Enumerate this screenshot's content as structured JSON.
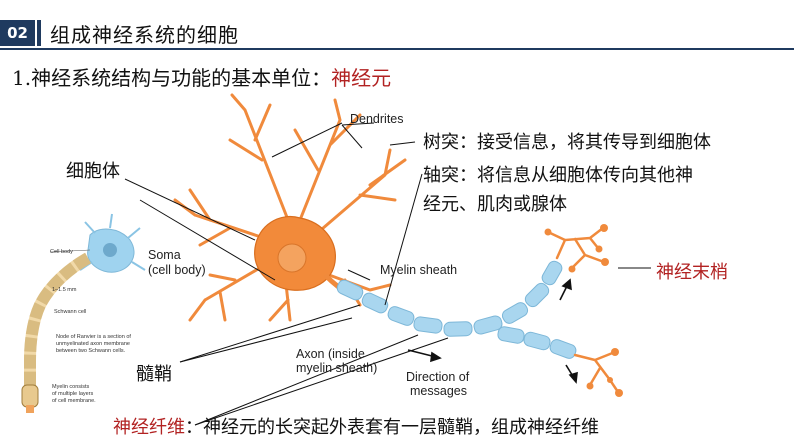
{
  "header": {
    "badge": "02",
    "title": "组成神经系统的细胞"
  },
  "subtitle": {
    "prefix": "1.神经系统结构与功能的基本单位：",
    "highlight": "神经元"
  },
  "labels": {
    "dendrites_en": "Dendrites",
    "dendrites_cn": "树突：接受信息，将其传导到细胞体",
    "axon_cn_line1": "轴突：将信息从细胞体传向其他神",
    "axon_cn_line2": "经元、肌肉或腺体",
    "cell_body_cn": "细胞体",
    "soma_en_1": "Soma",
    "soma_en_2": "(cell body)",
    "myelin_sheath_en": "Myelin sheath",
    "terminals_cn": "神经末梢",
    "myelin_cn": "髓鞘",
    "axon_en_1": "Axon (inside",
    "axon_en_2": "myelin sheath)",
    "direction_en_1": "Direction of",
    "direction_en_2": "messages"
  },
  "inset": {
    "cell_body": "Cell body",
    "scale": "1–1.5 mm",
    "schwann": "Schwann cell",
    "ranvier_1": "Node of Ranvier is a section of",
    "ranvier_2": "unmyelinated axon membrane",
    "ranvier_3": "between two Schwann cells.",
    "myelin_1": "Myelin consists",
    "myelin_2": "of multiple layers",
    "myelin_3": "of cell membrane."
  },
  "footer": {
    "term": "神经纤维",
    "definition": "：神经元的长突起外表套有一层髓鞘，组成神经纤维"
  },
  "colors": {
    "header": "#1f3a5f",
    "highlight": "#b22222",
    "neuron": "#f28a3a",
    "myelin": "#a9d6ef"
  }
}
